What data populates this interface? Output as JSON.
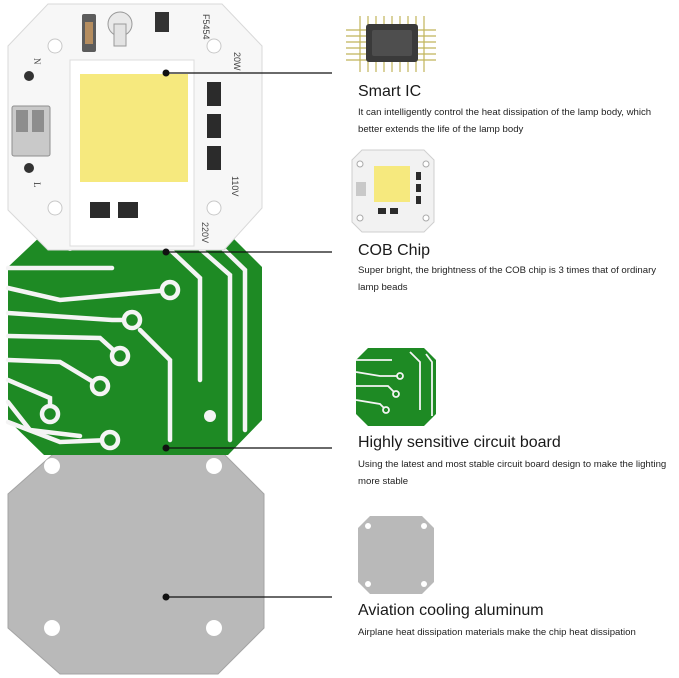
{
  "board": {
    "marking_code": "F5454",
    "marking_power": "20W",
    "marking_v110": "110V",
    "marking_v220": "220V",
    "terminal_n": "N",
    "terminal_l": "L"
  },
  "layers": [
    {
      "title": "Smart IC",
      "description": "It can intelligently control the heat dissipation of the lamp body, which better extends the life of the lamp body"
    },
    {
      "title": "COB Chip",
      "description": "Super bright, the brightness of the COB chip is 3 times that of ordinary lamp beads"
    },
    {
      "title": "Highly sensitive circuit board",
      "description": "Using the latest and most stable circuit board design to make the lighting more stable"
    },
    {
      "title": "Aviation cooling aluminum",
      "description": "Airplane heat dissipation materials make the chip heat dissipation"
    }
  ],
  "colors": {
    "pcb_green": "#1e8a24",
    "trace_white": "#f4f4f4",
    "aluminum": "#b9b9b9",
    "cob_yellow": "#f6e97e",
    "board_white": "#f7f7f7",
    "leader_line": "#111111"
  }
}
